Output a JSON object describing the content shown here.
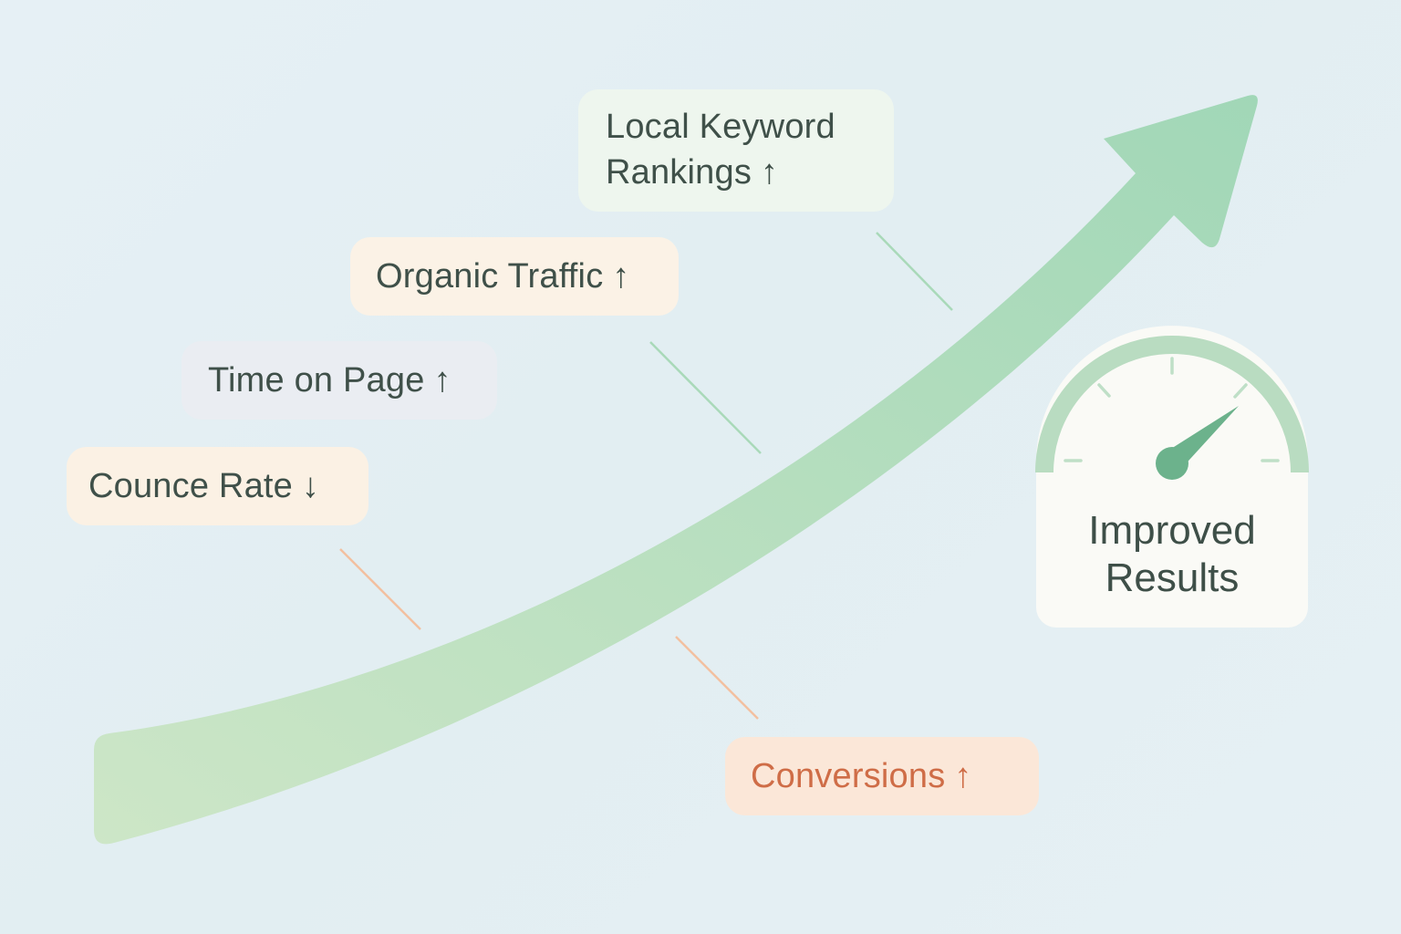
{
  "cards": {
    "keyword": {
      "label": "Local Keyword Rankings",
      "arrow": "↑"
    },
    "traffic": {
      "label": "Organic Traffic",
      "arrow": "↑"
    },
    "time": {
      "label": "Time on Page",
      "arrow": "↑"
    },
    "bounce": {
      "label": "Counce Rate",
      "arrow": "↓"
    },
    "conversions": {
      "label": "Conversions",
      "arrow": "↑"
    }
  },
  "gauge": {
    "label_line1": "Improved",
    "label_line2": "Results",
    "icon": "speedometer-icon"
  },
  "trend": {
    "direction": "up",
    "icon": "trend-arrow-icon"
  },
  "colors": {
    "arrow_start": "#cbe5c6",
    "arrow_end": "#a3d8b8",
    "gauge_arc": "#b9dcc1",
    "gauge_needle": "#6cb28c",
    "text_dark": "#3f5049",
    "text_orange": "#cf6d47",
    "connector_green": "#a9d9b9",
    "connector_orange": "#f2c0a0"
  }
}
